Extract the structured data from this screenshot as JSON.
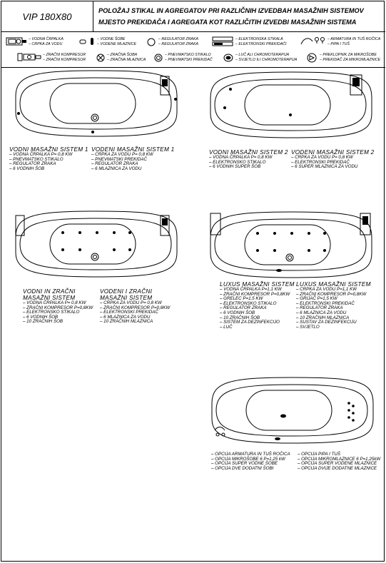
{
  "header": {
    "model": "VIP 180X80",
    "title_line1": "POLOŽAJ STIKAL IN AGREGATOV PRI RAZLIČNIH IZVEDBAH MASAŽNIH SISTEMOV",
    "title_line2": "MJESTO PREKIDAČA I AGREGATA KOT RAZLIČITIH IZVEDBI MASAŽNIH SISTEMA"
  },
  "legend": {
    "pump": [
      "– VODNA ČRPALKA",
      "– CRPKA ZA VODU"
    ],
    "water_nozzles": [
      "– VODNE ŠOBE",
      "– VODENE MLAZNICE"
    ],
    "air_regulator": [
      "– REGULATOR ZRAKA",
      "– REGULATOR ZRAKA"
    ],
    "electronic_switch": [
      "– ELEKTRONSKA STIKALA",
      "– ELEKTRONSKI PREKIDAČI"
    ],
    "shower_fitting": [
      "– ARMATURA IN TUŠ ROČICA",
      "– PIPA I TUŠ"
    ],
    "air_compressor": [
      "– ZRAČNI KOMPRESOR",
      "– ZRAČNI KOMPRESOR"
    ],
    "air_nozzles": [
      "– ZRAČNA ŠOBA",
      "– ZRAČNA MLAZNICA"
    ],
    "pneumatic_switch": [
      "– PNEVMATSKO STIKALO",
      "– PNEVMATSKI PREKIDAČ"
    ],
    "light": [
      "– LUČ ALI CHROMOTERAPIJA",
      "– SVJETLO ILI CHROMOTERAPIJA"
    ],
    "microbubble_switch": [
      "– PREKLOPNIK ZA MIKROŠOBE",
      "– PREKIDAČ ZA MIKROMLAZNICE"
    ]
  },
  "sections": {
    "s1_a": {
      "title": [
        "VODNI MASAŽNI SISTEM 1"
      ],
      "items": [
        "– VODNA ČRPALKA P= 0,8 KW",
        "– PNEVMATSKO STIKALO",
        "– REGULATOR ZRAKA",
        "– 6 VODNIH ŠOB"
      ]
    },
    "s1_b": {
      "title": [
        "VODENI MASAŽNI SISTEM 1"
      ],
      "items": [
        "– CRPKA ZA VODU P= 0,8 KW",
        "– PNEVMATSKI PREKIDAČ",
        "– REGULATOR ZRAKA",
        "– 6 MLAZNICA ZA VODU"
      ]
    },
    "s2_a": {
      "title": [
        "VODNI MASAŽNI SISTEM 2"
      ],
      "items": [
        "– VODNA ČRPALKA P= 0,8 KW",
        "– ELEKTRONSKO STIKALO",
        "– 6 VODNIH SUPER ŠOB"
      ]
    },
    "s2_b": {
      "title": [
        "VODENI MASAŽNI SISTEM 2"
      ],
      "items": [
        "– CRPKA ZA VODU P= 0,8 KW",
        "– ELEKTRONSKI PREKIDAČ",
        "– 6 SUPER MLAZNICA ZA VODU"
      ]
    },
    "s3_a": {
      "title": [
        "VODNI IN ZRAČNI",
        "MASAŽNI SISTEM"
      ],
      "items": [
        "– VODNA ČRPALKA P= 0,8 KW",
        "– ZRAČNI KOMPRESOR P=0,8KW",
        "– ELEKTRONSKO STIKALO",
        "– 6 VODNIH ŠOB",
        "– 10 ZRAČNIH ŠOB"
      ]
    },
    "s3_b": {
      "title": [
        "VODENI I ZRAČNI",
        "MASAŽNI SISTEM"
      ],
      "items": [
        "– CRPKA ZA VODU P= 0,8 KW",
        "– ZRAČNI KOMPRESOR P=0,8KW",
        "– ELEKTRONSKI PREKIDAČ",
        "– 6 MLAZNICA ZA VODU",
        "– 10 ZRAČNIH MLAZNICA"
      ]
    },
    "s4_a": {
      "title": [
        "LUXUS MASAŽNI SISTEM"
      ],
      "items": [
        "– VODNA ČRPALKA P=1,1 KW",
        "– ZRAČNI KOMPRESOR P=0,8KW",
        "– GRELEC P=1,5 KW",
        "– ELEKTRONSKO STIKALO",
        "– REGULATOR ZRAKA",
        "– 6 VODNIH ŠOB",
        "– 10 ZRAČNIH ŠOB",
        "– SISTEM ZA DEZINFEKCIJO",
        "– LUČ"
      ]
    },
    "s4_b": {
      "title": [
        "LUXUS MASAŽNI SISTEM"
      ],
      "items": [
        "– CRPKA ZA VODU P=1,1 KW",
        "– ZRAČNI KOMPRESOR P=0,8KW",
        "– GRIJAČ P=1,5 KW",
        "– ELEKTRONSKI PREKIDAČ",
        "– REGULATOR ZRAKA",
        "– 6 MLAZNICA ZA VODU",
        "– 10 ZRAČNIH MLAZNICA",
        "– SUSTAV ZA DEZINFEKCIJU",
        "– SVJETLO"
      ]
    },
    "opt_a": {
      "items": [
        "– OPCIJA ARMATURA IN TUŠ ROČICA",
        "– OPCIJA MIKROŠOBE 6 P=1,25 kW",
        "– OPCIJA SUPER VODNE ŠOBE",
        "– OPCIJA DVE DODATNI ŠOBI"
      ]
    },
    "opt_b": {
      "items": [
        "– OPCIJA PIPA I TUŠ",
        "– OPCIJA MIKROMLAZNICE 6 P=1,25kW",
        "– OPCIJA SUPER VODENE MLAZNICE",
        "– OPCIJA DVIJE DODATNE MLAZNICE"
      ]
    }
  }
}
